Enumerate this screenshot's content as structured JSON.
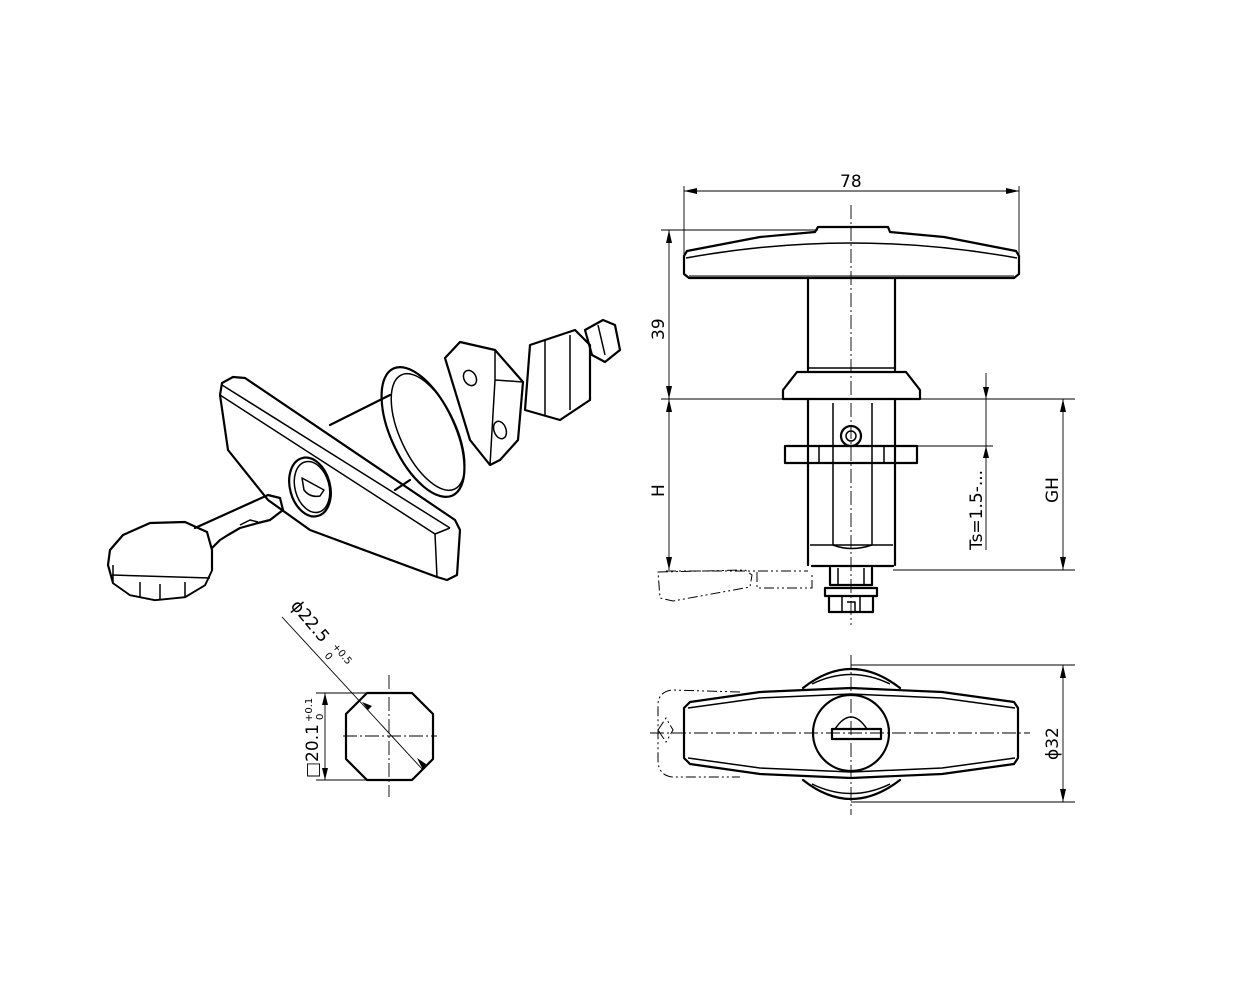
{
  "drawing": {
    "type": "technical drawing",
    "subject": "T-handle lock with key",
    "background": "#ffffff",
    "line_color": "#000000"
  },
  "views": {
    "isometric": {
      "label": "isometric view of T-handle lock with key"
    },
    "side": {
      "dimensions": {
        "width": "78",
        "handle_height": "39",
        "height": "H",
        "grip_height": "GH",
        "thickness": "Ts=1.5-..."
      }
    },
    "top": {
      "dimensions": {
        "diameter": "ϕ32"
      }
    },
    "cutout": {
      "dimensions": {
        "diagonal": "ϕ22.5",
        "diagonal_tol_upper": "+0.5",
        "diagonal_tol_lower": "0",
        "square": "□20.1",
        "square_tol_upper": "+0.1",
        "square_tol_lower": "0"
      }
    }
  }
}
